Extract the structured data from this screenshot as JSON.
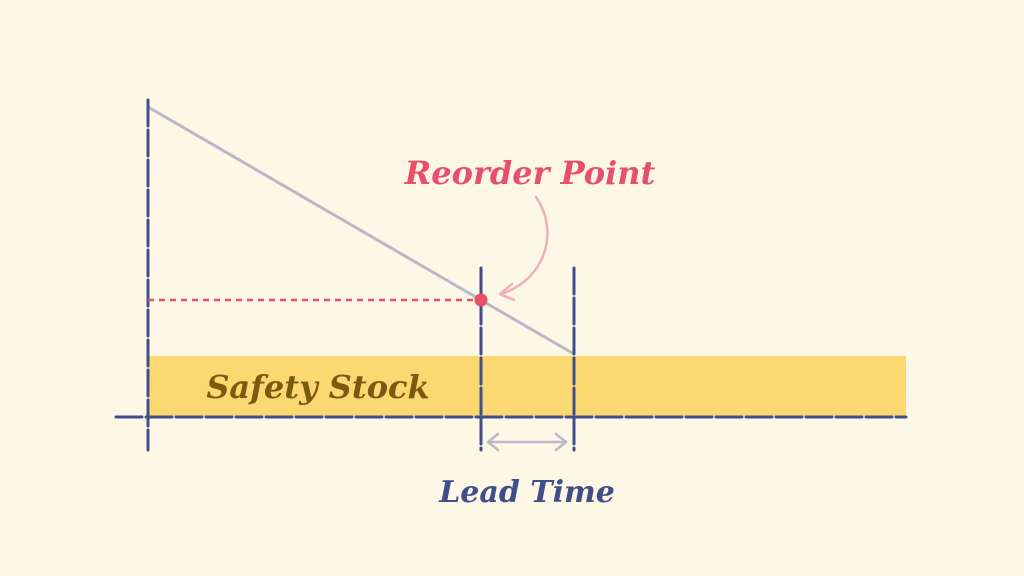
{
  "diagram": {
    "labels": {
      "reorder_point": "Reorder Point",
      "safety_stock": "Safety Stock",
      "lead_time": "Lead Time"
    },
    "colors": {
      "background": "#fdf8e6",
      "axis": "#414e8c",
      "stock_line": "#b8b8c8",
      "reorder_accent": "#e8506a",
      "reorder_arrow": "#f0b0b8",
      "safety_band": "#fcd872",
      "safety_text": "#7a5a0e",
      "lead_arrow": "#b8b8c8"
    }
  }
}
